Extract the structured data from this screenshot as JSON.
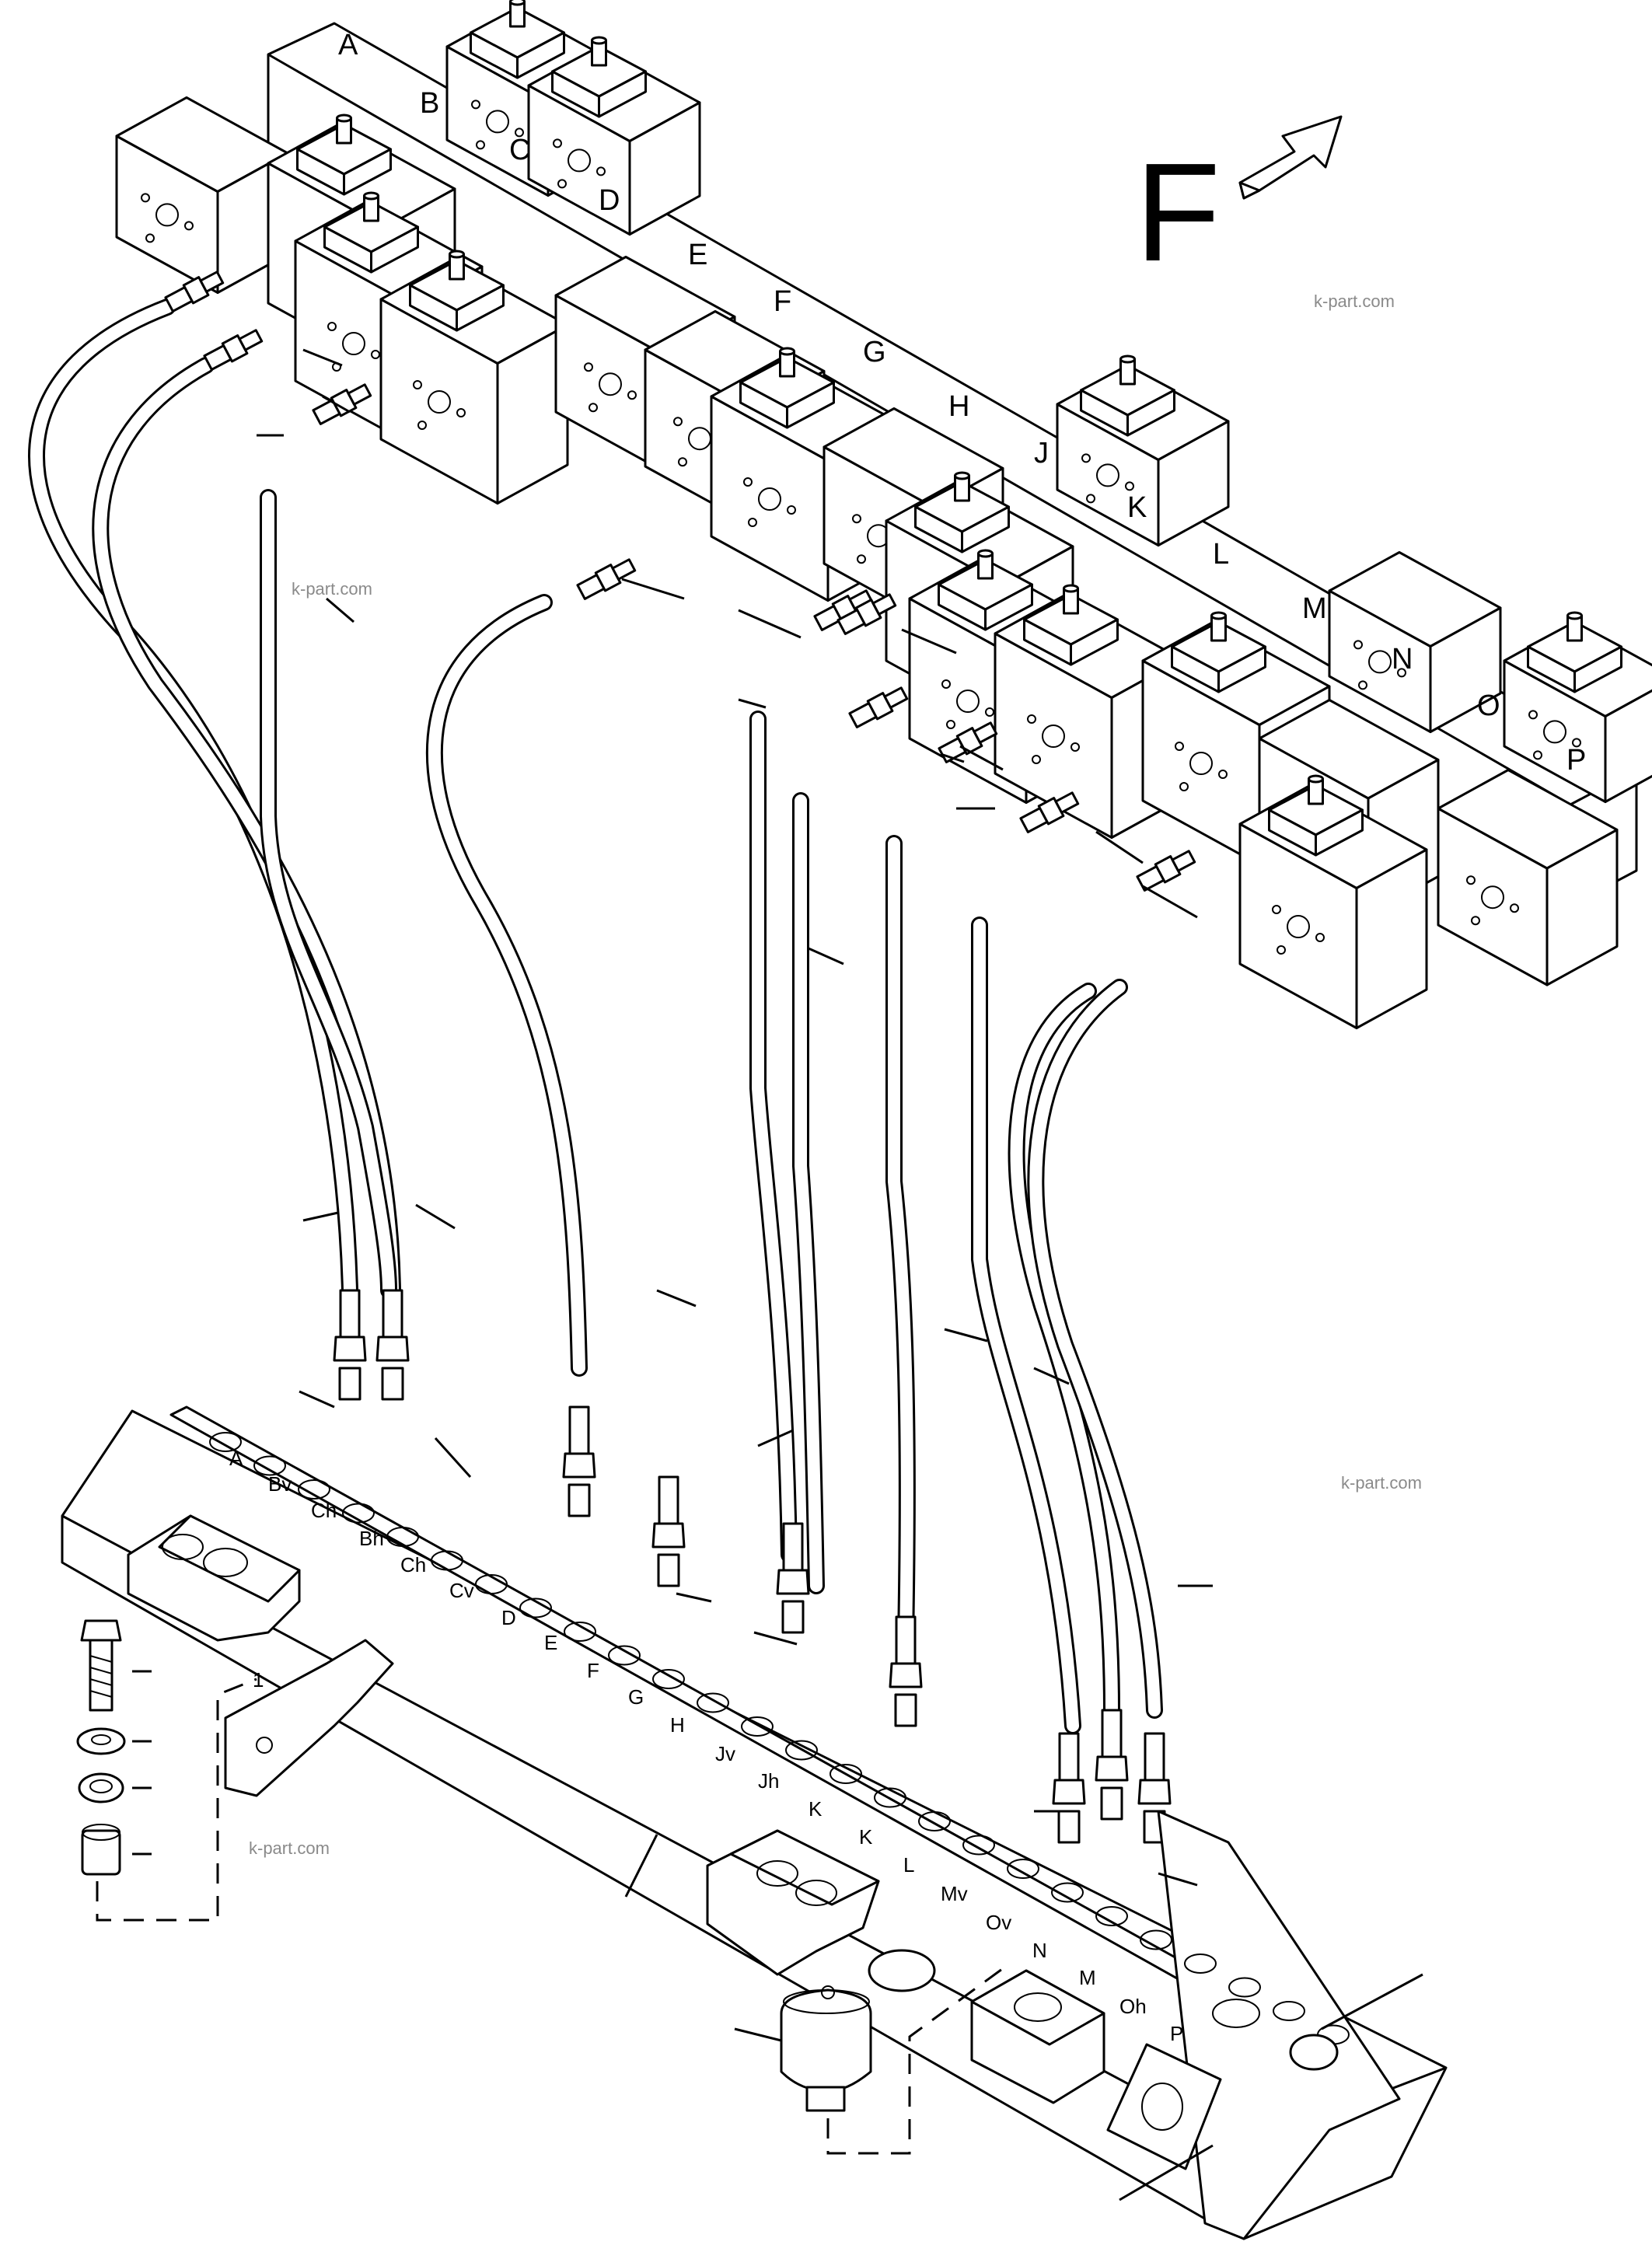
{
  "figure_letter": "F",
  "watermarks": [
    "k-part.com",
    "k-part.com",
    "k-part.com",
    "k-part.com"
  ],
  "top_manifold_labels": [
    "A",
    "B",
    "C",
    "D",
    "E",
    "F",
    "G",
    "H",
    "J",
    "K",
    "L",
    "M",
    "N",
    "O",
    "P"
  ],
  "bottom_rail_labels": [
    "A",
    "Bv",
    "Ch",
    "Bh",
    "Ch",
    "Cv",
    "D",
    "E",
    "F",
    "G",
    "H",
    "Jv",
    "Jh",
    "K",
    "K",
    "L",
    "Mv",
    "Ov",
    "N",
    "M",
    "Oh",
    "P"
  ],
  "callout_number": "1",
  "icons": {
    "direction": "arrow-icon",
    "valve": "valve-block-icon",
    "hose": "hydraulic-hose-icon",
    "bolt": "bolt-icon",
    "washer": "washer-icon",
    "spacer": "spacer-icon",
    "accumulator": "accumulator-icon"
  }
}
